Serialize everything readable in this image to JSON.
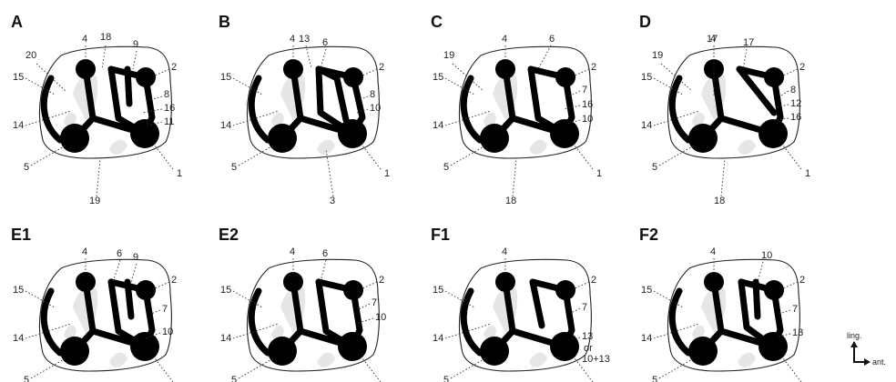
{
  "panels": [
    {
      "id": "A",
      "extra": [
        "20",
        "18",
        "9",
        "8",
        "16",
        "11",
        "19"
      ]
    },
    {
      "id": "B",
      "extra": [
        "13",
        "6",
        "8",
        "10",
        "3"
      ]
    },
    {
      "id": "C",
      "extra": [
        "19",
        "6",
        "7",
        "16",
        "10",
        "18"
      ]
    },
    {
      "id": "D",
      "extra": [
        "19",
        "17",
        "17",
        "8",
        "12",
        "16",
        "18"
      ]
    },
    {
      "id": "E1",
      "extra": [
        "6",
        "9",
        "7",
        "10"
      ]
    },
    {
      "id": "E2",
      "extra": [
        "6",
        "7",
        "10"
      ]
    },
    {
      "id": "F1",
      "extra": [
        "7",
        "13",
        "or",
        "10+13"
      ]
    },
    {
      "id": "F2",
      "extra": [
        "10",
        "7",
        "13"
      ]
    }
  ],
  "common_labels": {
    "top": "4",
    "right": "2",
    "upper_left": "15",
    "mid_left": "14",
    "bottom_left": "5",
    "bottom_right": "1"
  },
  "orientation": {
    "lingual": "ling.",
    "anterior": "ant."
  }
}
